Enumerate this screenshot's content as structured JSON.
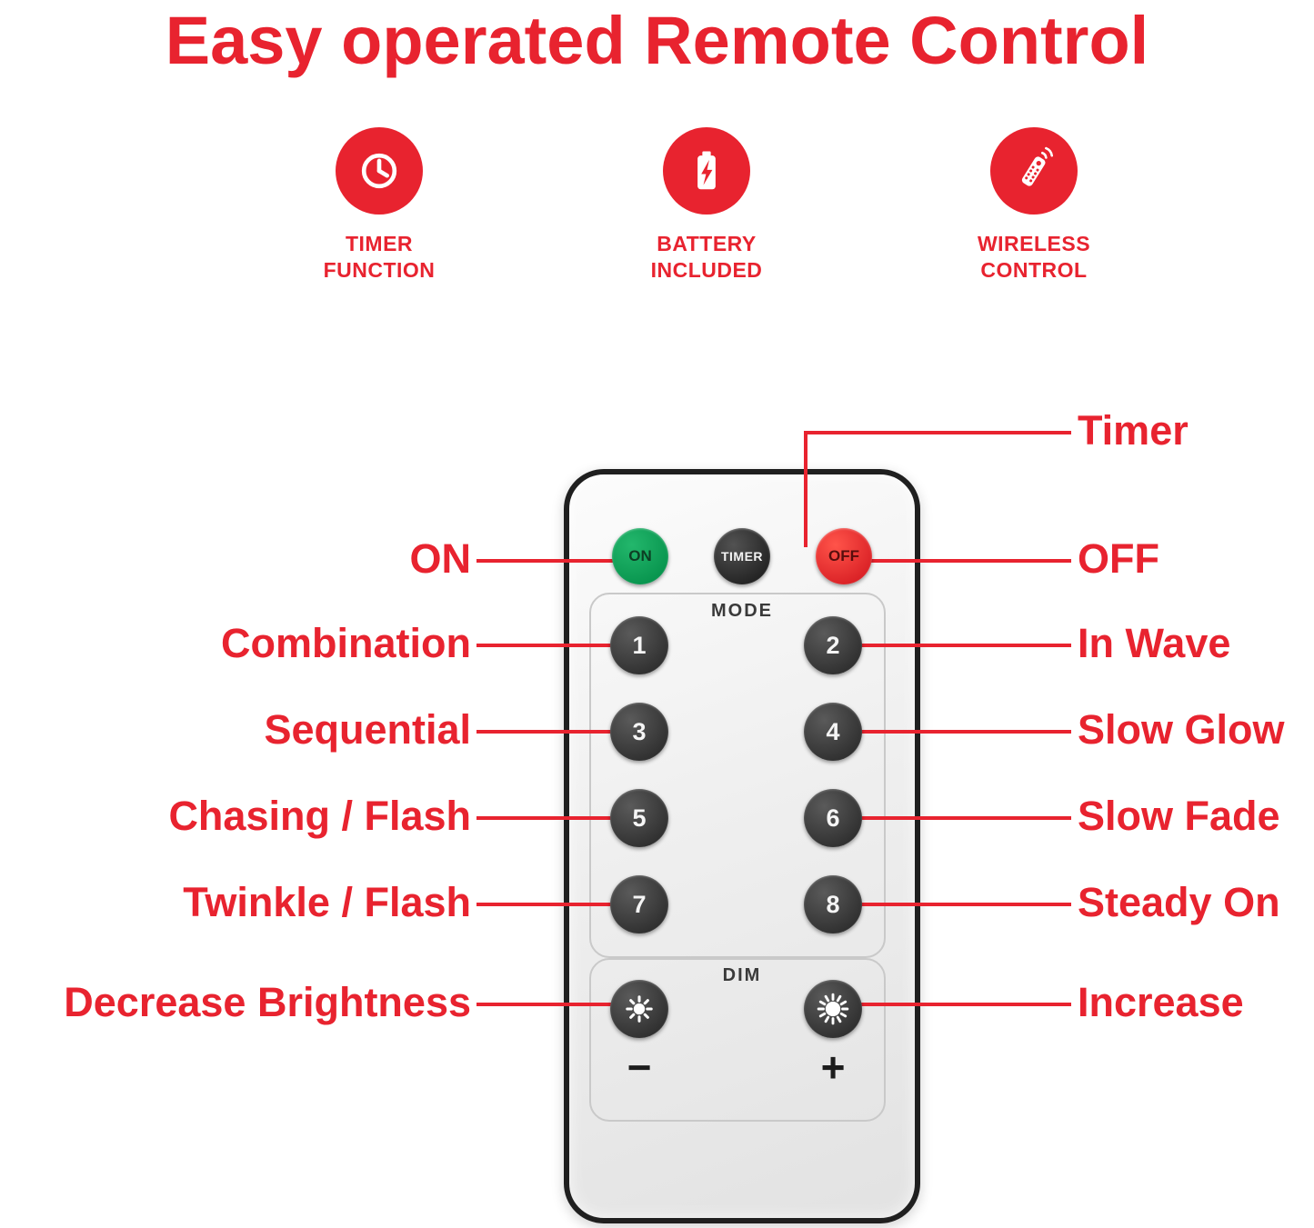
{
  "title": "Easy operated Remote Control",
  "colors": {
    "accent": "#e8232f",
    "on_green": "#00a651",
    "off_red": "#e01820",
    "button_dark": "#2e2e2e",
    "remote_border": "#1f1f1f"
  },
  "features": [
    {
      "icon": "clock-icon",
      "line1": "TIMER",
      "line2": "FUNCTION"
    },
    {
      "icon": "battery-icon",
      "line1": "BATTERY",
      "line2": "INCLUDED"
    },
    {
      "icon": "wireless-remote-icon",
      "line1": "WIRELESS",
      "line2": "CONTROL"
    }
  ],
  "remote": {
    "power": [
      "ON",
      "TIMER",
      "OFF"
    ],
    "mode_label": "MODE",
    "modes": [
      "1",
      "2",
      "3",
      "4",
      "5",
      "6",
      "7",
      "8"
    ],
    "dim_label": "DIM",
    "minus": "−",
    "plus": "+"
  },
  "callouts": {
    "timer": "Timer",
    "on": "ON",
    "off": "OFF",
    "combination": "Combination",
    "in_wave": "In Wave",
    "sequential": "Sequential",
    "slow_glow": "Slow Glow",
    "chasing_flash": "Chasing / Flash",
    "slow_fade": "Slow Fade",
    "twinkle_flash": "Twinkle / Flash",
    "steady_on": "Steady On",
    "decrease_brightness": "Decrease Brightness",
    "increase": "Increase"
  }
}
